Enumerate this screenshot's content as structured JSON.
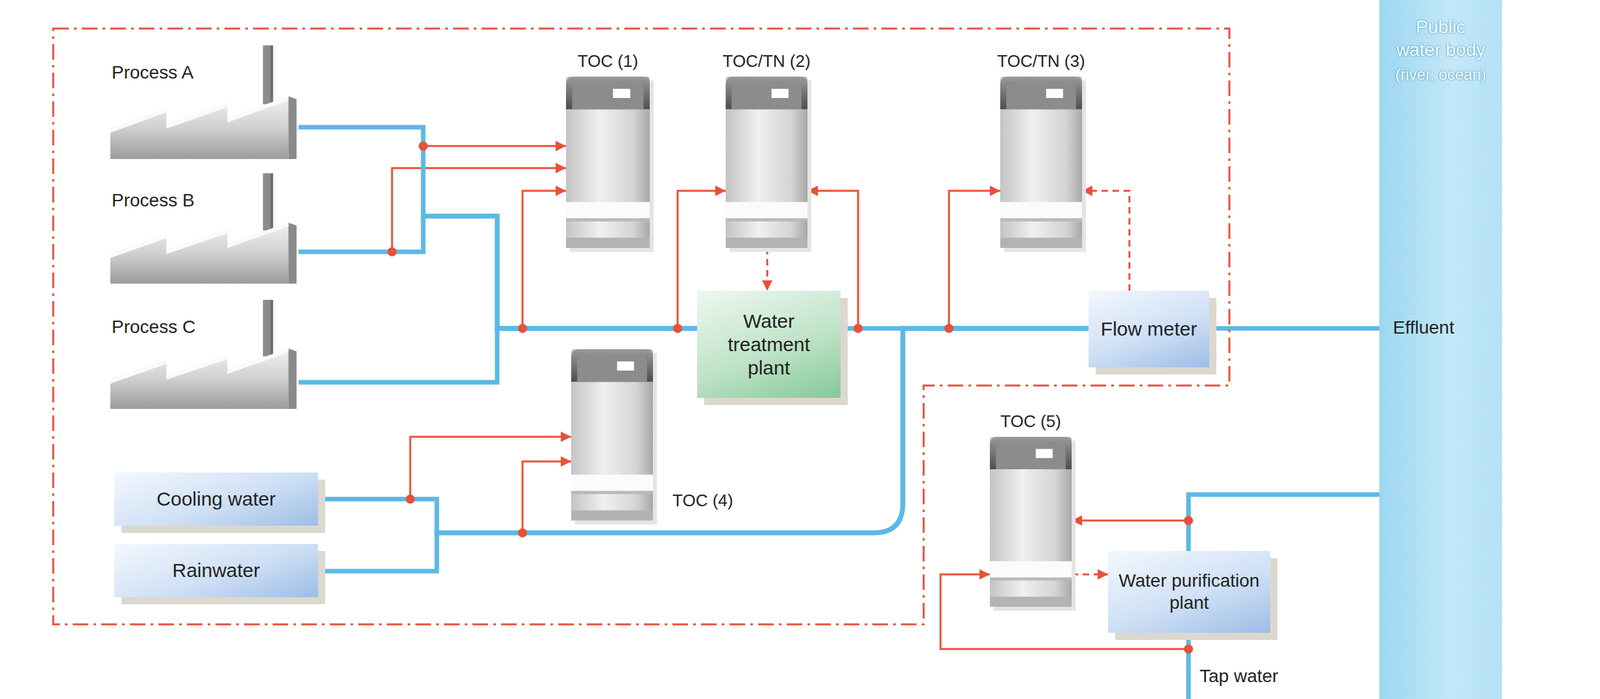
{
  "diagram": {
    "nodes": [
      {
        "text": [
          "Process A"
        ]
      },
      {
        "text": [
          "Process B"
        ]
      },
      {
        "text": [
          "Process C"
        ]
      },
      {
        "text": [
          "TOC (1)"
        ]
      },
      {
        "text": [
          "TOC/TN (2)"
        ]
      },
      {
        "text": [
          "TOC/TN (3)"
        ]
      },
      {
        "text": [
          "Water treatment plant"
        ]
      },
      {
        "text": [
          "Flow meter"
        ]
      },
      {
        "text": [
          "Cooling water"
        ]
      },
      {
        "text": [
          "Rainwater"
        ]
      },
      {
        "text": [
          "TOC (4)"
        ]
      },
      {
        "text": [
          "TOC (5)"
        ]
      },
      {
        "text": [
          "Water purification plant"
        ]
      },
      {
        "text": [
          "Public water body",
          "(river, ocean)"
        ]
      }
    ],
    "edges": [
      {
        "from": 0,
        "to": 3,
        "arrow": "to"
      },
      {
        "from": 1,
        "to": 3,
        "arrow": "to"
      },
      {
        "from": 2,
        "to": 3,
        "arrow": "to"
      },
      {
        "from": 6,
        "to": 4,
        "arrow": "to"
      },
      {
        "from": 6,
        "to": 4,
        "arrow": "to"
      },
      {
        "from": 4,
        "to": 6,
        "arrow": "to"
      },
      {
        "from": 6,
        "to": 5,
        "arrow": "to"
      },
      {
        "from": 7,
        "to": 5,
        "arrow": "to"
      },
      {
        "from": 8,
        "to": 10,
        "arrow": "to"
      },
      {
        "from": 9,
        "to": 10,
        "arrow": "to"
      },
      {
        "from": 13,
        "to": 11,
        "arrow": "to"
      },
      {
        "from": 12,
        "to": 11,
        "arrow": "to"
      },
      {
        "from": 11,
        "to": 12,
        "arrow": "to"
      },
      {
        "from": 0,
        "to": 6,
        "arrow": "none"
      },
      {
        "from": 1,
        "to": 6,
        "arrow": "none"
      },
      {
        "from": 2,
        "to": 6,
        "arrow": "none"
      },
      {
        "from": 6,
        "to": 7,
        "arrow": "none"
      },
      {
        "from": 8,
        "to": 7,
        "arrow": "none"
      },
      {
        "from": 9,
        "to": 7,
        "arrow": "none"
      },
      {
        "from": 7,
        "to": 13,
        "arrow": "none"
      },
      {
        "from": 13,
        "to": 12,
        "arrow": "none"
      }
    ],
    "labels": [
      "Effluent",
      "Tap water"
    ]
  }
}
